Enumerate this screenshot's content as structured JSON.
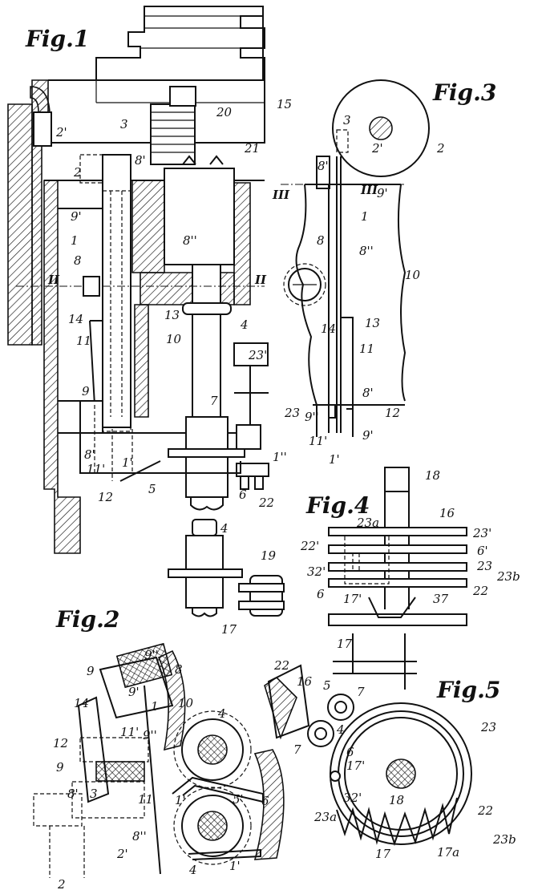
{
  "figures": {
    "fig1": {
      "title": "Fig.1",
      "labels": [
        "2'",
        "3",
        "20",
        "15",
        "21",
        "2",
        "8'",
        "9'",
        "1",
        "8",
        "8''",
        "II",
        "II",
        "14",
        "13",
        "4",
        "23'",
        "11",
        "10",
        "9",
        "7",
        "23",
        "8'",
        "11'",
        "1'",
        "1''",
        "5",
        "12",
        "6",
        "22",
        "4",
        "19",
        "17"
      ]
    },
    "fig2": {
      "title": "Fig.2",
      "labels": [
        "9''",
        "8",
        "9",
        "9'",
        "1",
        "10",
        "14",
        "11'",
        "9''",
        "12",
        "9",
        "8'",
        "11",
        "3",
        "8''",
        "2'",
        "2",
        "4",
        "1'",
        "5'",
        "4",
        "1'",
        "6",
        "22",
        "16"
      ]
    },
    "fig3": {
      "title": "Fig.3",
      "labels": [
        "3",
        "2'",
        "2",
        "8'",
        "III",
        "III",
        "9'",
        "1",
        "8",
        "8''",
        "10",
        "13",
        "14",
        "11",
        "8'",
        "12",
        "9''",
        "9'",
        "11'",
        "1'"
      ]
    },
    "fig4": {
      "title": "Fig.4",
      "labels": [
        "18",
        "16",
        "23a",
        "23'",
        "22'",
        "6'",
        "23",
        "32'",
        "23b",
        "6",
        "22",
        "17'",
        "37",
        "17"
      ]
    },
    "fig5": {
      "title": "Fig.5",
      "labels": [
        "5",
        "7",
        "7",
        "4",
        "6",
        "23",
        "17'",
        "32'",
        "18",
        "23a",
        "22",
        "17",
        "17a",
        "23b"
      ]
    }
  }
}
